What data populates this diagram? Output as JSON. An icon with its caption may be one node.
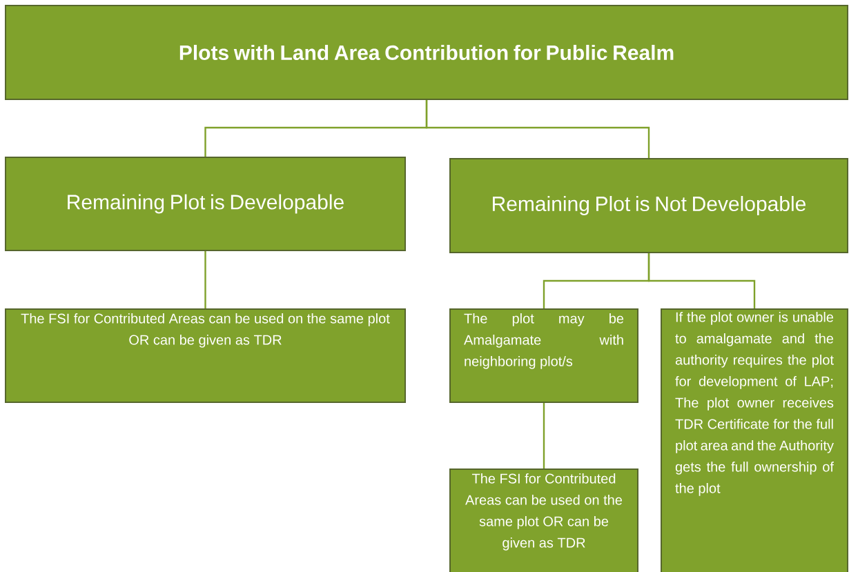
{
  "diagram": {
    "nodes": [
      {
        "text": [
          "Plots with Land Area Contribution for Public Realm"
        ]
      },
      {
        "text": [
          "Remaining Plot is Developable"
        ]
      },
      {
        "text": [
          "Remaining Plot is Not Developable"
        ]
      },
      {
        "text": [
          "The FSI for Contributed Areas can be used on the same plot OR can be given as TDR"
        ]
      },
      {
        "text": [
          "The plot may be Amalgamate with neighboring plot/s"
        ]
      },
      {
        "text": [
          "If the plot owner is unable to amalgamate and the authority requires the plot for development of LAP; The plot owner receives TDR Certificate for the full plot area and the Authority gets the full ownership of the plot"
        ]
      },
      {
        "text": [
          "The FSI for Contributed Areas can be used on the same plot OR can be given as TDR"
        ]
      }
    ],
    "edges": [
      {
        "from": 0,
        "to": 1,
        "arrow": "none"
      },
      {
        "from": 0,
        "to": 2,
        "arrow": "none"
      },
      {
        "from": 1,
        "to": 3,
        "arrow": "none"
      },
      {
        "from": 2,
        "to": 4,
        "arrow": "none"
      },
      {
        "from": 2,
        "to": 5,
        "arrow": "none"
      },
      {
        "from": 4,
        "to": 6,
        "arrow": "none"
      }
    ]
  }
}
